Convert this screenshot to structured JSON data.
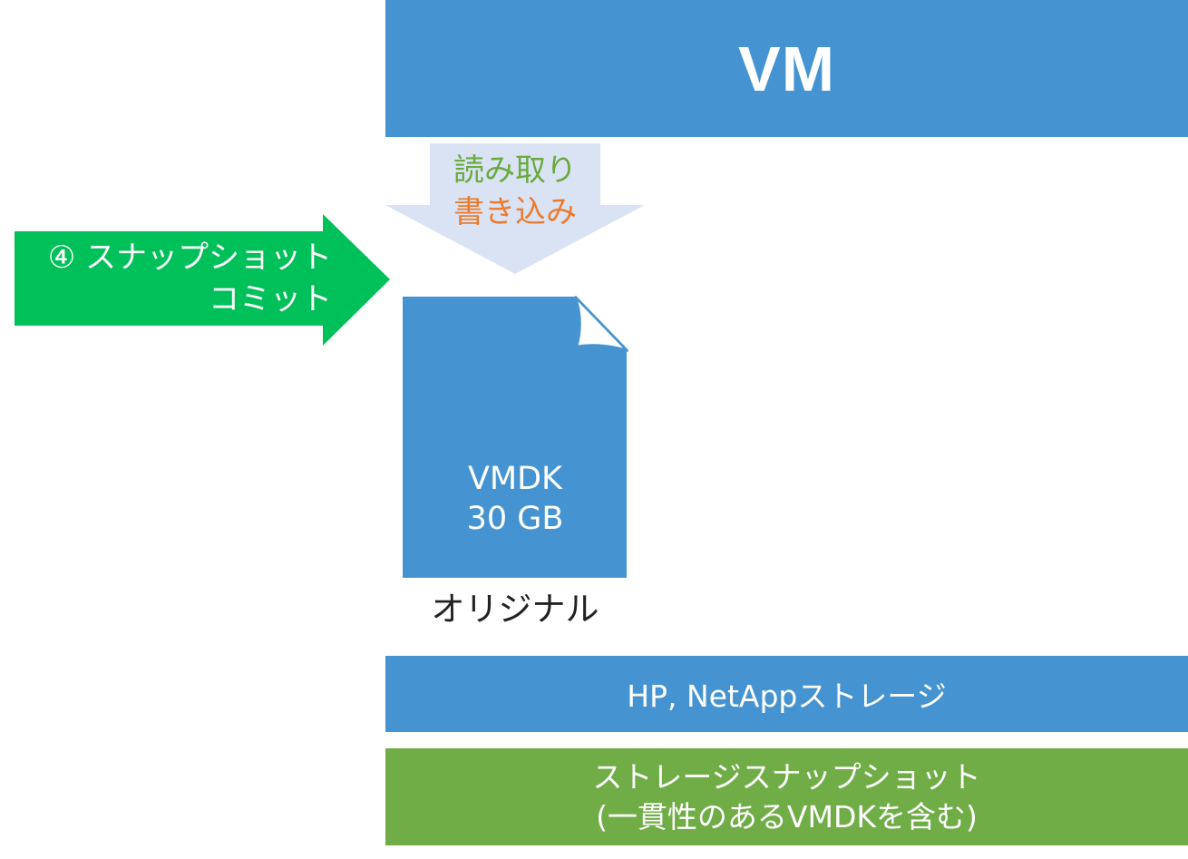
{
  "vm": {
    "title": "VM"
  },
  "io_arrow": {
    "read_label": "読み取り",
    "write_label": "書き込み",
    "read_color": "#6aaa3f",
    "write_color": "#ea7b2f",
    "fill_color": "#dae3f3"
  },
  "commit_arrow": {
    "line1": "④ スナップショット",
    "line2": "コミット",
    "fill_color": "#00c05a"
  },
  "vmdk": {
    "name": "VMDK",
    "size": "30 GB",
    "caption": "オリジナル",
    "fill_color": "#4594d1",
    "icon": "document-icon"
  },
  "storage": {
    "label": "HP, NetAppストレージ",
    "fill_color": "#4594d1"
  },
  "snapshot": {
    "line1": "ストレージスナップショット",
    "line2": "(一貫性のあるVMDKを含む)",
    "fill_color": "#70ad47"
  }
}
